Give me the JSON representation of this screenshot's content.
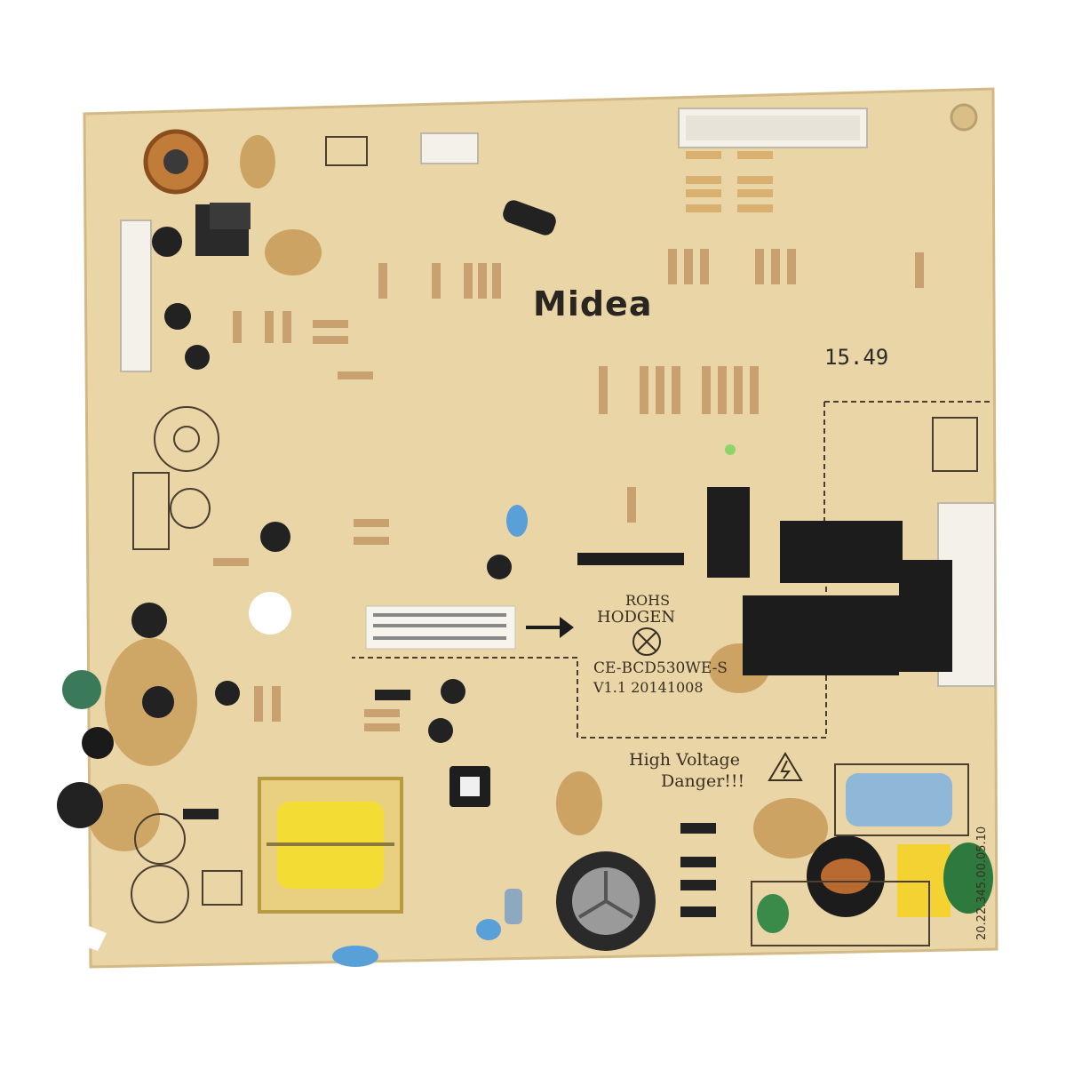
{
  "board": {
    "brand": "Midea",
    "number": "15.49",
    "rohs": "ROHS",
    "maker": "HODGEN",
    "model": "CE-BCD530WE-S",
    "version": "V1.1",
    "date": "20141008",
    "warning_line1": "High Voltage",
    "warning_line2": "Danger!!!",
    "part_number": "20.22.345.00.05.10"
  },
  "colors": {
    "board": "#e9d5a5",
    "edge": "#d8bf8a",
    "silk": "#4a3e30",
    "glue": "#c79a56",
    "relay": "#1c1c1c",
    "connector": "#f4f1ea",
    "capacitor_blue": "#5aa0d8",
    "coil_yellow": "#f3dc34",
    "x_cap_blue": "#8fb8d8"
  }
}
